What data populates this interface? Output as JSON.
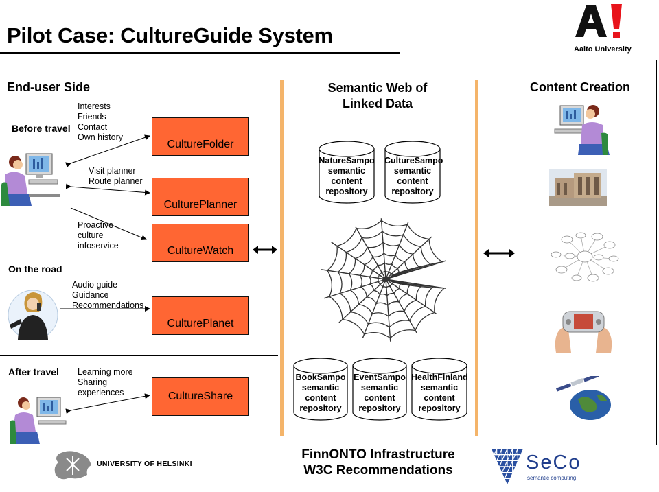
{
  "title": "Pilot Case: CultureGuide System",
  "sections": {
    "end_user": "End-user Side",
    "semantic_web": [
      "Semantic Web of",
      "Linked Data"
    ],
    "content_creation": "Content Creation"
  },
  "phases": {
    "before": "Before travel",
    "road": "On the road",
    "after": "After travel"
  },
  "features": {
    "folder": [
      "Interests",
      "Friends",
      "Contact",
      "Own history"
    ],
    "planner": [
      "Visit planner",
      "Route planner"
    ],
    "watch": [
      "Proactive",
      "culture",
      "infoservice"
    ],
    "planet": [
      "Audio guide",
      "Guidance",
      "Recommendations"
    ],
    "share": [
      "Learning more",
      "Sharing",
      "experiences"
    ]
  },
  "boxes": {
    "folder": "CultureFolder",
    "planner": "CulturePlanner",
    "watch": "CultureWatch",
    "planet": "CulturePlanet",
    "share": "CultureShare"
  },
  "repositories": {
    "nature": [
      "NatureSampo",
      "semantic",
      "content",
      "repository"
    ],
    "culture": [
      "CultureSampo",
      "semantic",
      "content",
      "repository"
    ],
    "book": [
      "BookSampo",
      "semantic",
      "content",
      "repository"
    ],
    "event": [
      "EventSampo",
      "semantic",
      "content",
      "repository"
    ],
    "health": [
      "HealthFinland",
      "semantic",
      "content",
      "repository"
    ]
  },
  "logos": {
    "aalto_mark": "A!",
    "aalto_name": "Aalto University",
    "helsinki": "UNIVERSITY OF HELSINKI",
    "seco_name": "SeCo",
    "seco_sub": "semantic computing"
  },
  "footer": [
    "FinnONTO Infrastructure",
    "W3C Recommendations"
  ],
  "colors": {
    "box_fill": "#ff6633",
    "divider": "#f4b46a",
    "aalto_red": "#e8141b",
    "seco_blue": "#1f3d8c"
  }
}
